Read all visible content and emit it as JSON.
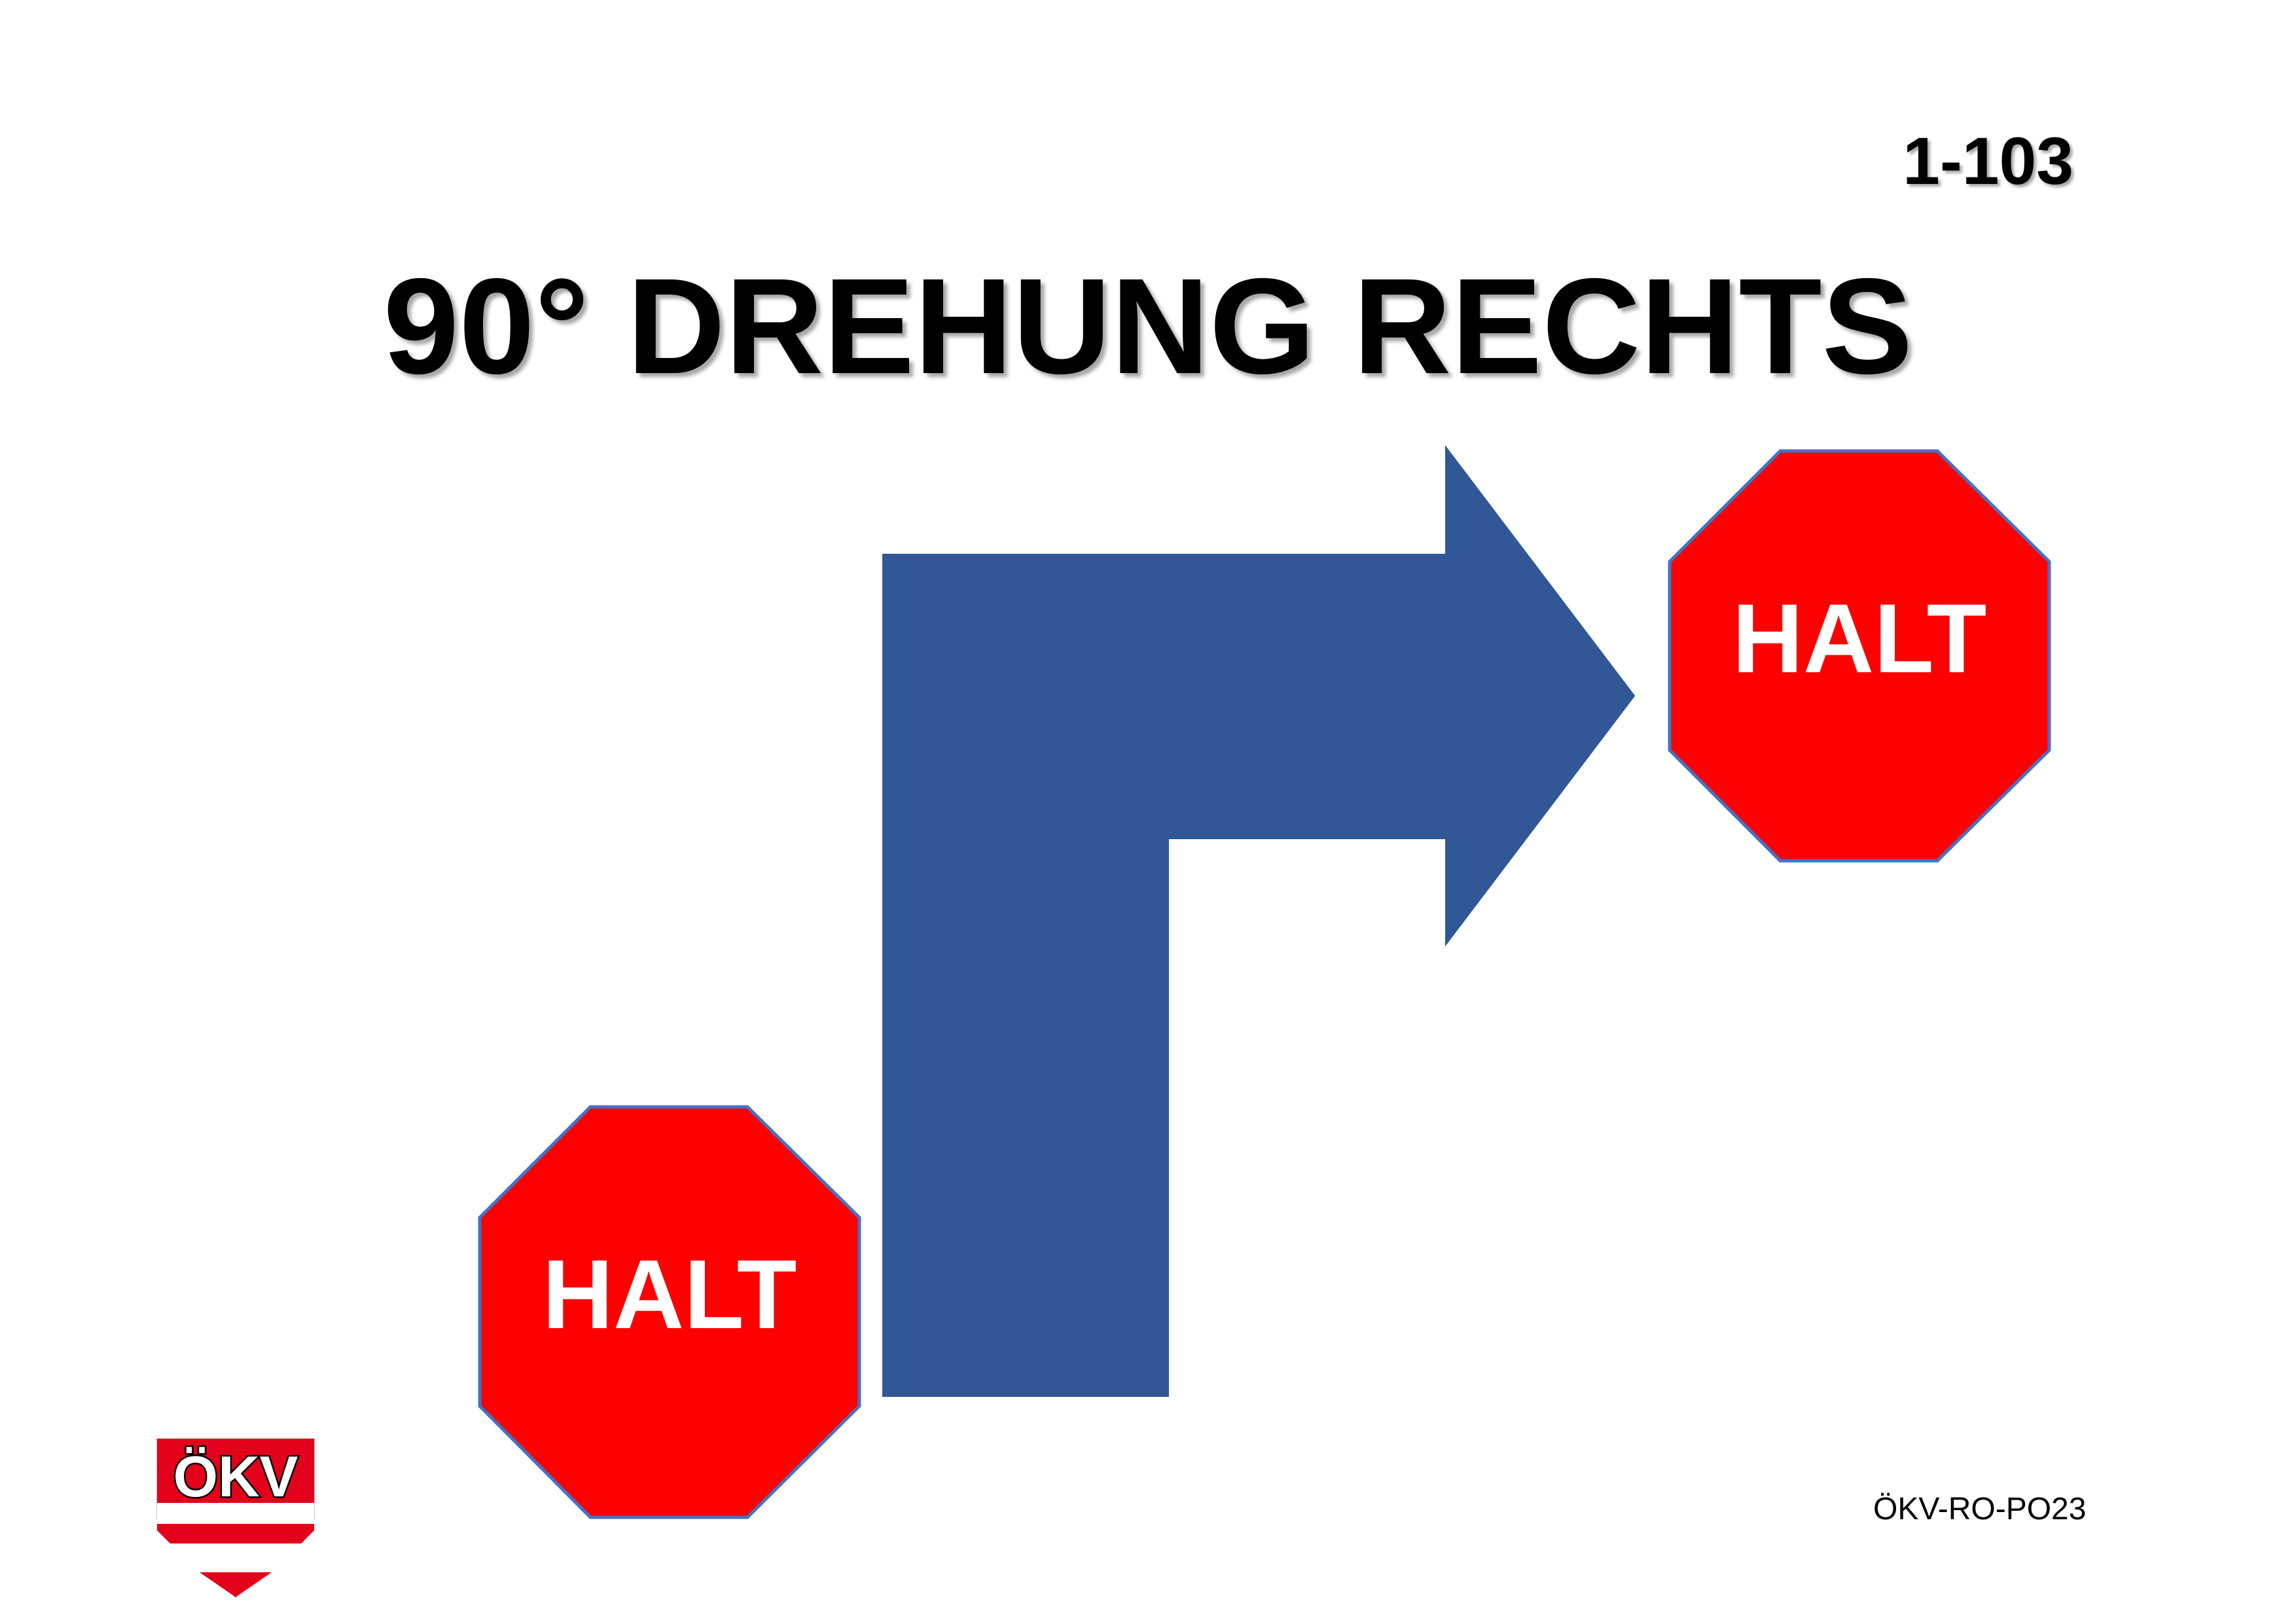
{
  "sign_number": "1-103",
  "title": "90° DREHUNG RECHTS",
  "start_sign": {
    "label": "HALT"
  },
  "end_sign": {
    "label": "HALT"
  },
  "footer": {
    "code": "ÖKV-RO-PO23",
    "logo_text": "ÖKV"
  },
  "colors": {
    "arrow": "#315796",
    "stop_sign_fill": "#ff0000",
    "stop_sign_border": "#4472c4",
    "logo_red": "#e3001b",
    "text": "#000000"
  },
  "icons": {
    "arrow": "right-turn-arrow-icon",
    "stop": "stop-sign-icon",
    "logo": "okv-shield-logo"
  }
}
